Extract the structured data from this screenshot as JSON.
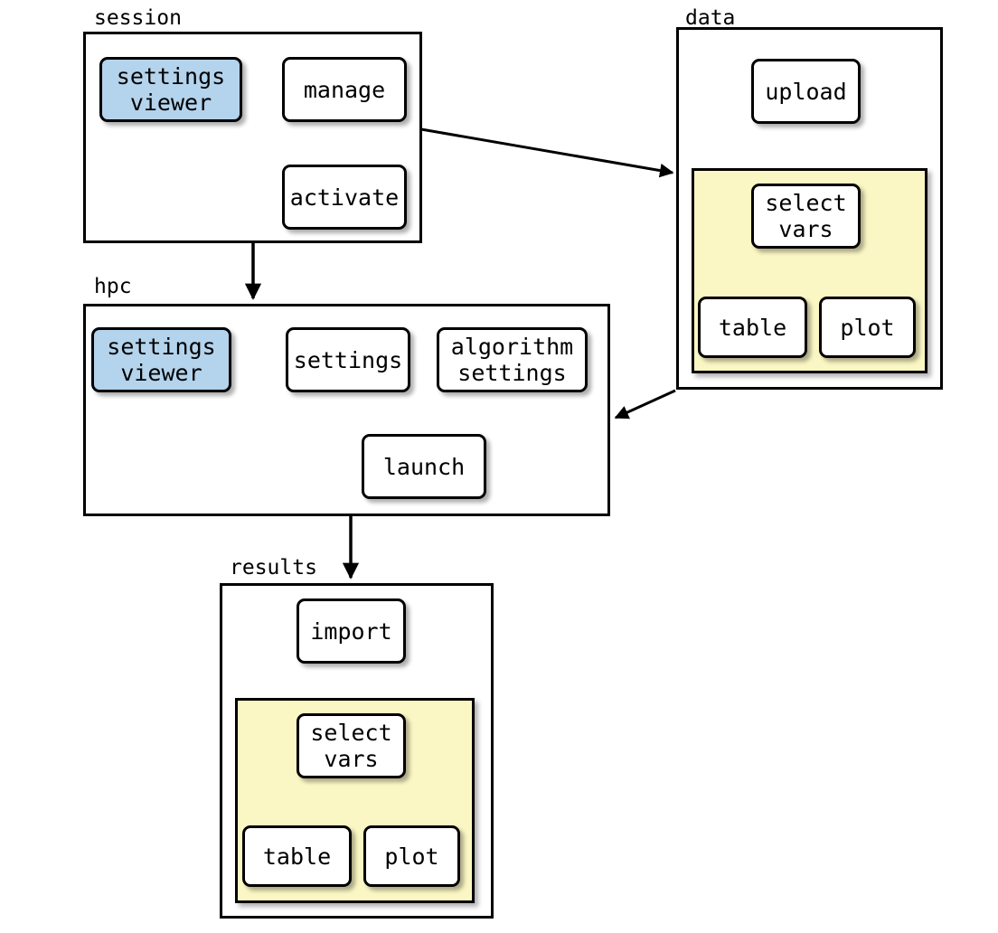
{
  "diagram": {
    "type": "flowchart",
    "title": "",
    "colors": {
      "node_fill": "#ffffff",
      "node_highlight_fill": "#b4d3ec",
      "group_fill": "#fbf7c4",
      "stroke": "#000000",
      "background": "#ffffff"
    },
    "clusters": [
      {
        "id": "session",
        "label": "session",
        "nodes": [
          {
            "id": "session-settings-viewer",
            "label": "settings\nviewer",
            "style": "blue"
          },
          {
            "id": "session-manage",
            "label": "manage",
            "style": "white"
          },
          {
            "id": "session-activate",
            "label": "activate",
            "style": "white"
          }
        ]
      },
      {
        "id": "data",
        "label": "data",
        "nodes": [
          {
            "id": "data-upload",
            "label": "upload",
            "style": "white"
          },
          {
            "id": "data-select-vars",
            "label": "select\nvars",
            "style": "white"
          },
          {
            "id": "data-table",
            "label": "table",
            "style": "white"
          },
          {
            "id": "data-plot",
            "label": "plot",
            "style": "white"
          }
        ],
        "group": {
          "id": "data-viewer-group",
          "label": ""
        }
      },
      {
        "id": "hpc",
        "label": "hpc",
        "nodes": [
          {
            "id": "hpc-settings-viewer",
            "label": "settings\nviewer",
            "style": "blue"
          },
          {
            "id": "hpc-settings",
            "label": "settings",
            "style": "white"
          },
          {
            "id": "hpc-algorithm-settings",
            "label": "algorithm\nsettings",
            "style": "white"
          },
          {
            "id": "hpc-launch",
            "label": "launch",
            "style": "white"
          }
        ]
      },
      {
        "id": "results",
        "label": "results",
        "nodes": [
          {
            "id": "results-import",
            "label": "import",
            "style": "white"
          },
          {
            "id": "results-select-vars",
            "label": "select\nvars",
            "style": "white"
          },
          {
            "id": "results-table",
            "label": "table",
            "style": "white"
          },
          {
            "id": "results-plot",
            "label": "plot",
            "style": "white"
          }
        ],
        "group": {
          "id": "results-viewer-group",
          "label": ""
        }
      }
    ],
    "edges": [
      {
        "from": "session-manage",
        "to": "session-settings-viewer"
      },
      {
        "from": "session-manage",
        "to": "session-activate"
      },
      {
        "from": "session",
        "to": "data"
      },
      {
        "from": "session",
        "to": "hpc"
      },
      {
        "from": "data-upload",
        "to": "data-select-vars"
      },
      {
        "from": "data-select-vars",
        "to": "data-table"
      },
      {
        "from": "data-select-vars",
        "to": "data-plot"
      },
      {
        "from": "data",
        "to": "hpc"
      },
      {
        "from": "hpc-settings",
        "to": "hpc-settings-viewer"
      },
      {
        "from": "hpc-settings",
        "to": "hpc-launch"
      },
      {
        "from": "hpc-algorithm-settings",
        "to": "hpc-launch"
      },
      {
        "from": "hpc",
        "to": "results"
      },
      {
        "from": "results-import",
        "to": "results-select-vars"
      },
      {
        "from": "results-select-vars",
        "to": "results-table"
      },
      {
        "from": "results-select-vars",
        "to": "results-plot"
      }
    ]
  }
}
